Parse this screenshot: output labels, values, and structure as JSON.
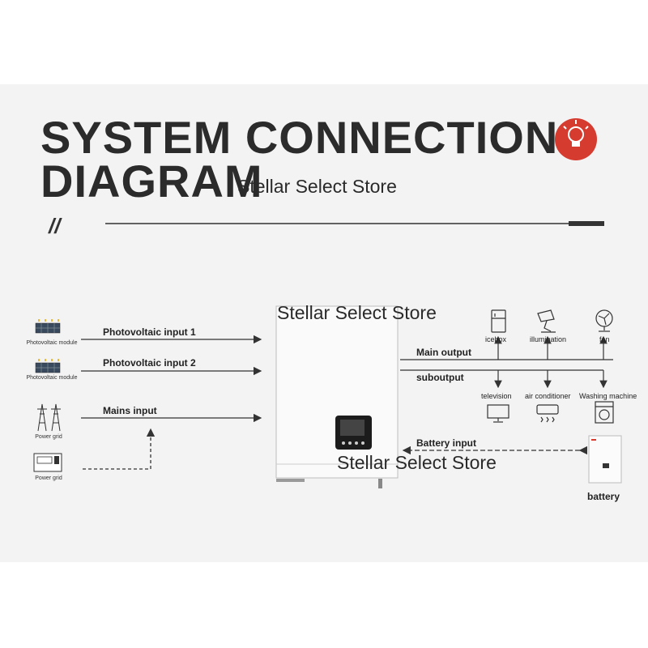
{
  "title": {
    "line1": "SYSTEM CONNECTION",
    "line2": "DIAGRAM",
    "divider_mark": "//"
  },
  "watermark": "Stellar Select Store",
  "colors": {
    "title": "#2b2b2b",
    "badge": "#d63b30",
    "panel": "#f3f3f3",
    "line": "#333333"
  },
  "badge_icon": "lightbulb-badge-icon",
  "sources": {
    "pv1": {
      "name": "Photovoltaic module",
      "line_label": "Photovoltaic input 1"
    },
    "pv2": {
      "name": "Photovoltaic module",
      "line_label": "Photovoltaic input 2"
    },
    "grid_tower": {
      "name": "Power grid",
      "line_label": "Mains input"
    },
    "grid_meter": {
      "name": "Power grid"
    }
  },
  "outputs": {
    "main_output": "Main output",
    "suboutput": "suboutput",
    "main_loads": [
      "icebox",
      "illumination",
      "fan"
    ],
    "sub_loads": [
      "television",
      "air conditioner",
      "Washing machine"
    ]
  },
  "battery": {
    "line_label": "Battery input",
    "name": "battery"
  }
}
